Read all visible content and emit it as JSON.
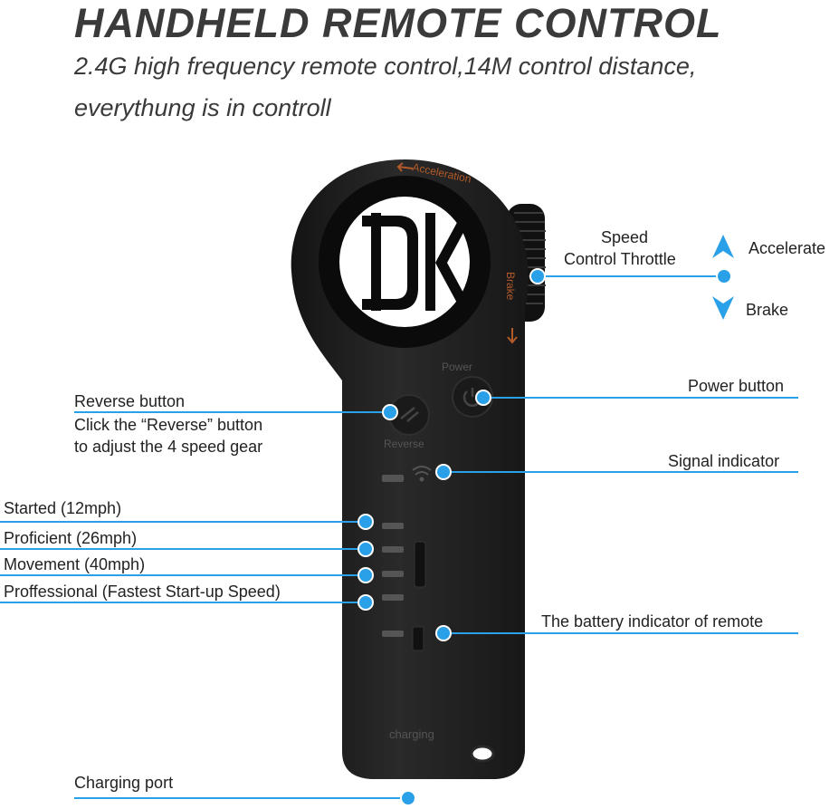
{
  "header": {
    "title": "HANDHELD REMOTE CONTROL",
    "subtitle_line1": "2.4G high frequency remote control,14M control distance,",
    "subtitle_line2": "everythung is in controll"
  },
  "device": {
    "wheel_label_top": "Acceleration",
    "wheel_label_side": "Brake",
    "power_label": "Power",
    "reverse_label": "Reverse",
    "charging_label": "charging",
    "logo": "DK monogram"
  },
  "callouts": {
    "speed_control_line1": "Speed",
    "speed_control_line2": "Control Throttle",
    "accelerate": "Accelerate",
    "brake": "Brake",
    "power_button": "Power button",
    "reverse_title": "Reverse button",
    "reverse_desc1": "Click the “Reverse” button",
    "reverse_desc2": "to adjust the 4 speed gear",
    "signal_indicator": "Signal indicator",
    "speed_levels": [
      "Started (12mph)",
      "Proficient (26mph)",
      "Movement (40mph)",
      "Proffessional (Fastest Start-up Speed)"
    ],
    "battery_indicator": "The battery indicator of remote",
    "charging_port": "Charging port"
  },
  "colors": {
    "accent": "#2aa0e8",
    "device_body": "#1f1f1f",
    "orange_label": "#b35a2a"
  },
  "icons": [
    "arrow-up-icon",
    "arrow-down-icon",
    "wifi-signal-icon",
    "power-icon",
    "reverse-icon"
  ]
}
